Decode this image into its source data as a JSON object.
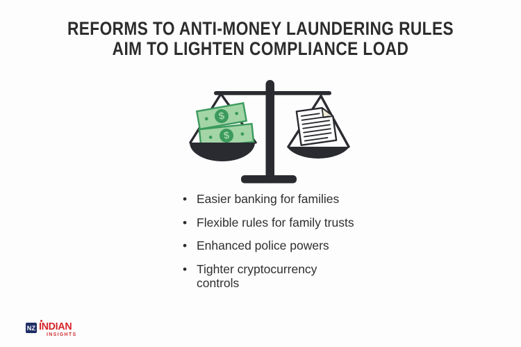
{
  "page": {
    "background": "#fdfdfd",
    "type": "infographic"
  },
  "title": {
    "line1": "REFORMS TO ANTI-MONEY LAUNDERING RULES",
    "line2": "AIM TO LIGHTEN COMPLIANCE LOAD",
    "color": "#2c2c2c"
  },
  "illustration": {
    "name": "balance-scale-money-vs-document",
    "scale_color": "#2a2b30",
    "bill_fill": "#a3d5a7",
    "bill_accent": "#3c9a5e",
    "paper_fill": "#ffffff",
    "paper_fold": "#efe9d6",
    "dollar_sign": "$"
  },
  "bullets": {
    "marker": "•",
    "items": [
      {
        "label": "Easier banking for families"
      },
      {
        "label": "Flexible rules for family trusts"
      },
      {
        "label": "Enhanced police powers"
      },
      {
        "label": "Tighter cryptocurrency\ncontrols"
      }
    ]
  },
  "logo": {
    "badge": "NZ",
    "name": "INDIAN",
    "tagline": "INSIGHTS",
    "red": "#d4252a",
    "navy": "#1f2e66"
  }
}
